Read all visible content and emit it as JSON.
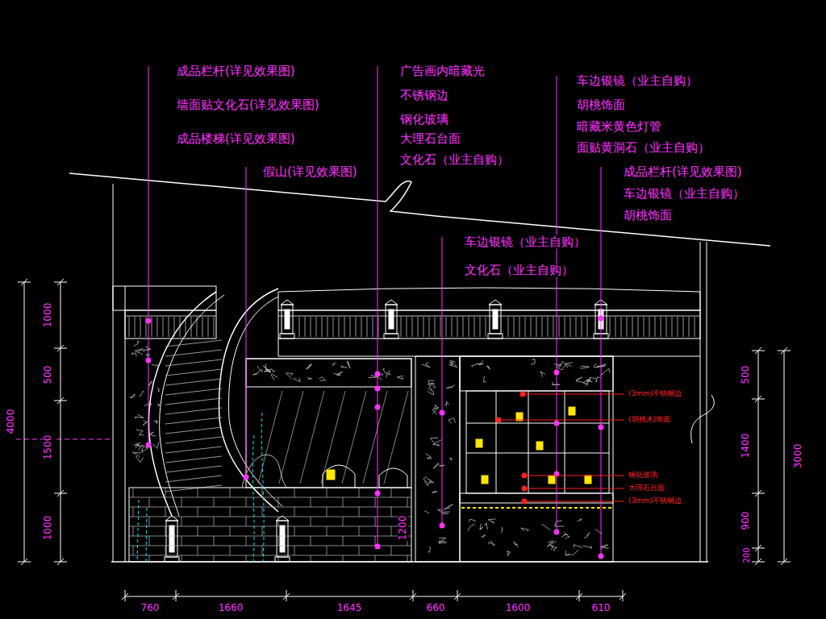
{
  "diagram": {
    "labels": [
      "成品栏杆(详见效果图)",
      "墙面贴文化石(详见效果图)",
      "成品楼梯(详见效果图)",
      "假山(详见效果图)",
      "广告画内暗藏光",
      "不锈钢边",
      "钢化玻璃",
      "大理石台面",
      "文化石（业主自购）",
      "车边银镜（业主自购）",
      "胡桃饰面",
      "暗藏米黄色灯管",
      "面贴黄洞石（业主自购）",
      "成品栏杆(详见效果图)",
      "车边银镜（业主自购）",
      "胡桃饰面",
      "车边银镜（业主自购）",
      "文化石（业主自购）",
      "(3mm)不锈钢边",
      "(胡桃木)饰面",
      "钢化玻璃",
      "大理石台面",
      "(3mm)不锈钢边",
      "1000",
      "500",
      "1500",
      "1000",
      "4000",
      "500",
      "1400",
      "900",
      "200",
      "3000",
      "760",
      "1660",
      "1645",
      "660",
      "1600",
      "610",
      "1200"
    ]
  }
}
